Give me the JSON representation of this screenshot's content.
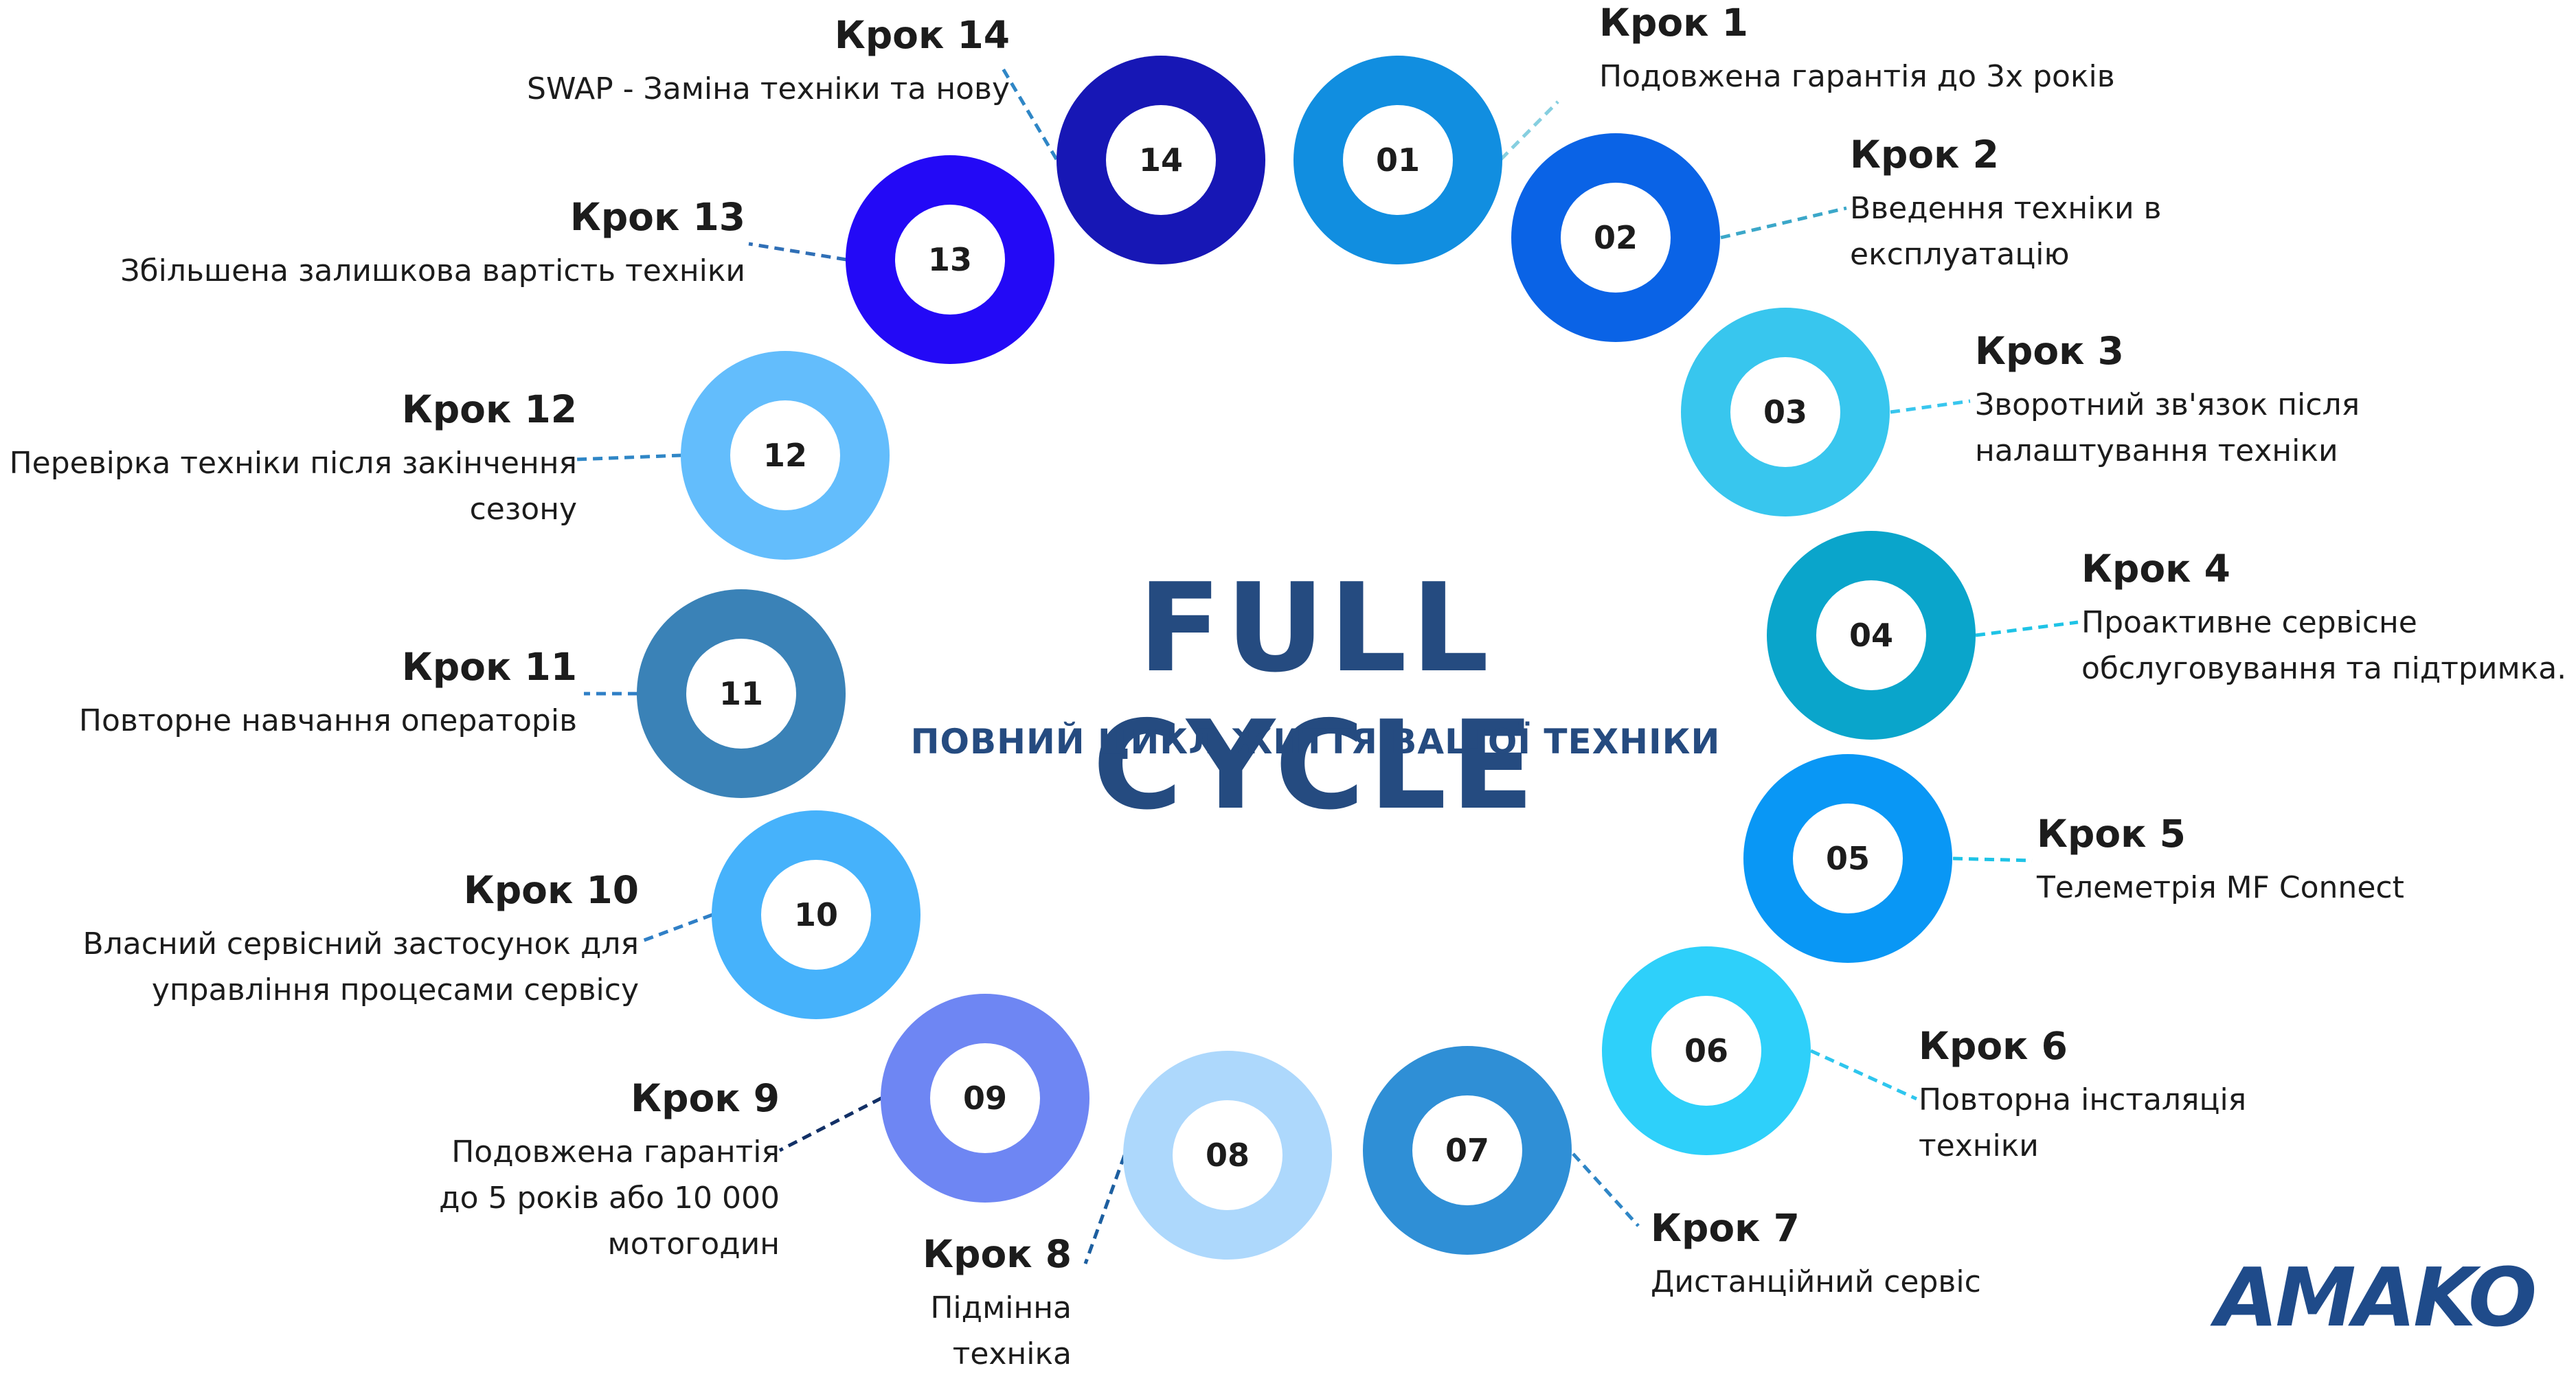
{
  "header": {
    "title": "FULL CYCLE",
    "subtitle": "ПОВНИЙ ЦИКЛ ЖИТТЯ ВАШОЇ ТЕХНІКИ"
  },
  "brand": {
    "logo_text": "AMAKO"
  },
  "colors": {
    "title": "#254b80",
    "text": "#1c1c1c"
  },
  "steps": [
    {
      "number": "01",
      "title": "Крок 1",
      "description": "Подовжена гарантія до 3х років",
      "color": "#118ee0",
      "line_color": "#86cfe0"
    },
    {
      "number": "02",
      "title": "Крок 2",
      "description": "Введення техніки в\nексплуатацію",
      "color": "#0a63e6",
      "line_color": "#3ba7c9"
    },
    {
      "number": "03",
      "title": "Крок 3",
      "description": "Зворотний зв'язок після\nналаштування техніки",
      "color": "#38c6ee",
      "line_color": "#38c6ee"
    },
    {
      "number": "04",
      "title": "Крок 4",
      "description": "Проактивне сервісне\nобслуговування та підтримка.",
      "color": "#0aa5cb",
      "line_color": "#1ec3e6"
    },
    {
      "number": "05",
      "title": "Крок 5",
      "description": "Телеметрія MF Connect",
      "color": "#0997f5",
      "line_color": "#1ec3e6"
    },
    {
      "number": "06",
      "title": "Крок 6",
      "description": "Повторна інсталяція\nтехніки",
      "color": "#2ed0fa",
      "line_color": "#2ec6ee"
    },
    {
      "number": "07",
      "title": "Крок 7",
      "description": "Дистанційний сервіс",
      "color": "#2f8fd6",
      "line_color": "#2f86c6"
    },
    {
      "number": "08",
      "title": "Крок 8",
      "description": "Підмінна техніка",
      "color": "#add8fc",
      "line_color": "#1d5fa0"
    },
    {
      "number": "09",
      "title": "Крок 9",
      "description": "Подовжена гарантія\nдо  5 років або 10 000 мотогодин",
      "color": "#6e86f3",
      "line_color": "#123066"
    },
    {
      "number": "10",
      "title": "Крок 10",
      "description": "Власний сервісний застосунок для\nуправління процесами сервісу",
      "color": "#46b2fb",
      "line_color": "#2f7fc6"
    },
    {
      "number": "11",
      "title": "Крок 11",
      "description": "Повторне навчання операторів",
      "color": "#3a82b7",
      "line_color": "#2f7fc6"
    },
    {
      "number": "12",
      "title": "Крок 12",
      "description": "Перевірка техніки після закінчення\nсезону",
      "color": "#63bdfc",
      "line_color": "#2f86c6"
    },
    {
      "number": "13",
      "title": "Крок 13",
      "description": "Збільшена залишкова вартість техніки",
      "color": "#2309f6",
      "line_color": "#2f6fb6"
    },
    {
      "number": "14",
      "title": "Крок 14",
      "description": "SWAP - Заміна техніки та нову",
      "color": "#1717b5",
      "line_color": "#2f86c6"
    }
  ]
}
